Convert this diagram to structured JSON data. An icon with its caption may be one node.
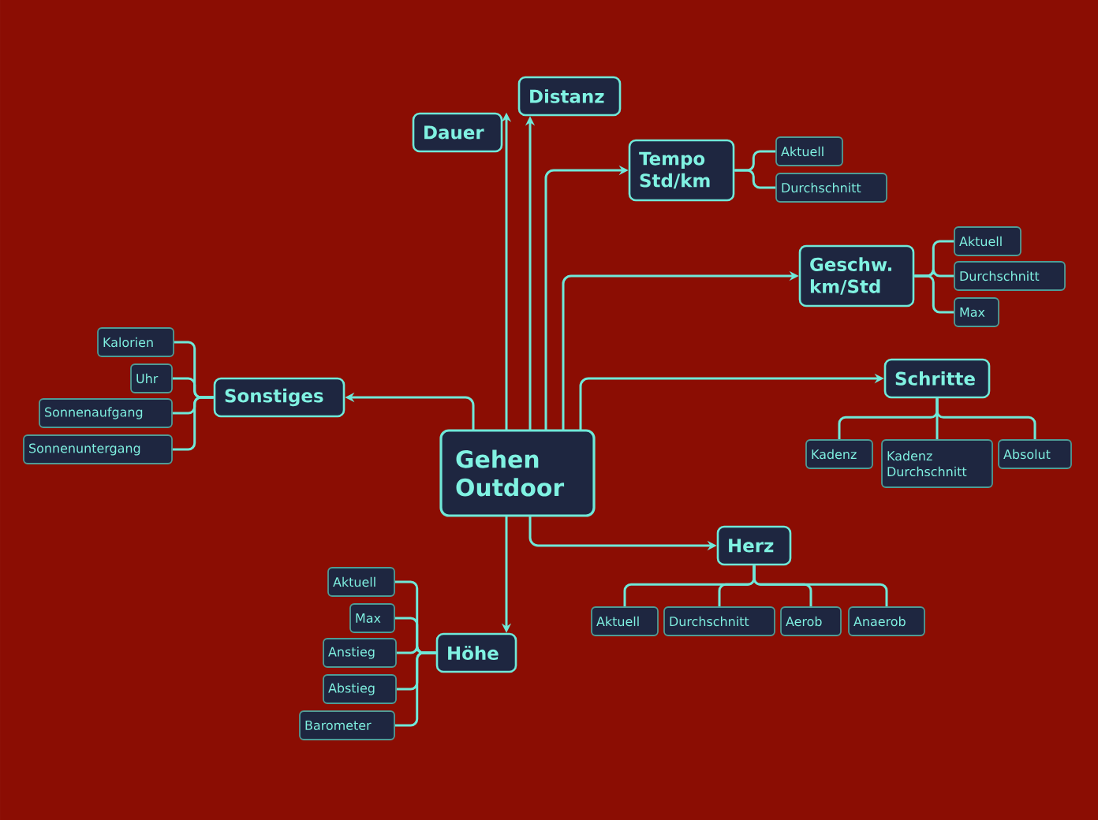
{
  "diagram": {
    "nodes": [
      {
        "text": [
          "Gehen Outdoor"
        ]
      },
      {
        "text": [
          "Distanz"
        ]
      },
      {
        "text": [
          "Dauer"
        ]
      },
      {
        "text": [
          "Tempo Std/km"
        ]
      },
      {
        "text": [
          "Aktuell"
        ]
      },
      {
        "text": [
          "Durchschnitt"
        ]
      },
      {
        "text": [
          "Geschw. km/Std"
        ]
      },
      {
        "text": [
          "Aktuell"
        ]
      },
      {
        "text": [
          "Durchschnitt"
        ]
      },
      {
        "text": [
          "Max"
        ]
      },
      {
        "text": [
          "Sonstiges"
        ]
      },
      {
        "text": [
          "Kalorien"
        ]
      },
      {
        "text": [
          "Uhr"
        ]
      },
      {
        "text": [
          "Sonnenaufgang"
        ]
      },
      {
        "text": [
          "Sonnenuntergang"
        ]
      },
      {
        "text": [
          "Schritte"
        ]
      },
      {
        "text": [
          "Kadenz"
        ]
      },
      {
        "text": [
          "Kadenz Durchschnitt"
        ]
      },
      {
        "text": [
          "Absolut"
        ]
      },
      {
        "text": [
          "Herz"
        ]
      },
      {
        "text": [
          "Aktuell"
        ]
      },
      {
        "text": [
          "Durchschnitt"
        ]
      },
      {
        "text": [
          "Aerob"
        ]
      },
      {
        "text": [
          "Anaerob"
        ]
      },
      {
        "text": [
          "Höhe"
        ]
      },
      {
        "text": [
          "Aktuell"
        ]
      },
      {
        "text": [
          "Max"
        ]
      },
      {
        "text": [
          "Anstieg"
        ]
      },
      {
        "text": [
          "Abstieg"
        ]
      },
      {
        "text": [
          "Barometer"
        ]
      }
    ],
    "edges": [
      {
        "from": 0,
        "to": 1,
        "arrow": "to"
      },
      {
        "from": 0,
        "to": 2,
        "arrow": "to"
      },
      {
        "from": 0,
        "to": 3,
        "arrow": "to"
      },
      {
        "from": 3,
        "to": 4,
        "arrow": "none"
      },
      {
        "from": 3,
        "to": 5,
        "arrow": "none"
      },
      {
        "from": 0,
        "to": 6,
        "arrow": "to"
      },
      {
        "from": 6,
        "to": 7,
        "arrow": "none"
      },
      {
        "from": 6,
        "to": 8,
        "arrow": "none"
      },
      {
        "from": 6,
        "to": 9,
        "arrow": "none"
      },
      {
        "from": 0,
        "to": 10,
        "arrow": "to"
      },
      {
        "from": 10,
        "to": 11,
        "arrow": "none"
      },
      {
        "from": 10,
        "to": 12,
        "arrow": "none"
      },
      {
        "from": 10,
        "to": 13,
        "arrow": "none"
      },
      {
        "from": 10,
        "to": 14,
        "arrow": "none"
      },
      {
        "from": 0,
        "to": 15,
        "arrow": "to"
      },
      {
        "from": 15,
        "to": 16,
        "arrow": "none"
      },
      {
        "from": 15,
        "to": 17,
        "arrow": "none"
      },
      {
        "from": 15,
        "to": 18,
        "arrow": "none"
      },
      {
        "from": 0,
        "to": 19,
        "arrow": "to"
      },
      {
        "from": 19,
        "to": 20,
        "arrow": "none"
      },
      {
        "from": 19,
        "to": 21,
        "arrow": "none"
      },
      {
        "from": 19,
        "to": 22,
        "arrow": "none"
      },
      {
        "from": 19,
        "to": 23,
        "arrow": "none"
      },
      {
        "from": 0,
        "to": 24,
        "arrow": "to"
      },
      {
        "from": 24,
        "to": 25,
        "arrow": "none"
      },
      {
        "from": 24,
        "to": 26,
        "arrow": "none"
      },
      {
        "from": 24,
        "to": 27,
        "arrow": "none"
      },
      {
        "from": 24,
        "to": 28,
        "arrow": "none"
      },
      {
        "from": 24,
        "to": 29,
        "arrow": "none"
      }
    ]
  }
}
